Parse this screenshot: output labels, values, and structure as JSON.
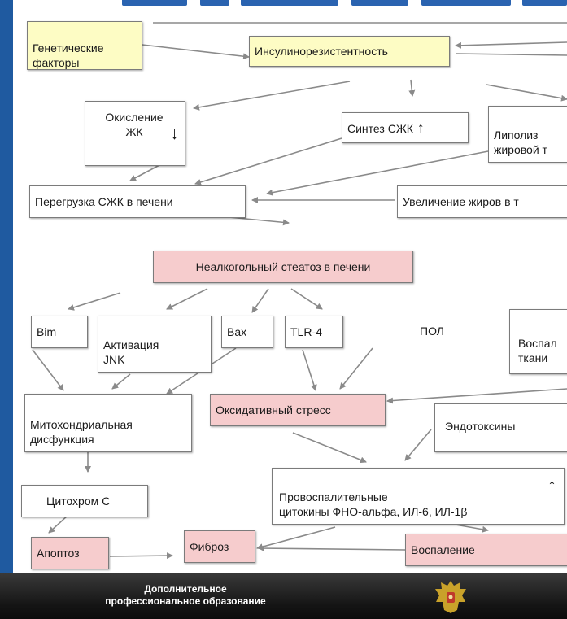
{
  "diagram": {
    "nodes": {
      "genetic": "Генетические\n факторы",
      "insulin": "Инсулинорезистентность",
      "oxidation": "Окисление\nЖК",
      "synthesis": "Синтез  СЖК",
      "lipolysis": "Липолиз\nжировой т",
      "overload": "Перегрузка СЖК в печени",
      "fat_increase": "Увеличение жиров в т",
      "steatosis": "Неалкогольный стеатоз в печени",
      "bim": "Bim",
      "jnk": "Активация\nJNK",
      "bax": "Bax",
      "tlr4": "TLR-4",
      "pol": "ПОЛ",
      "inflam_tissue": "Воспал\nткани",
      "mito": "Митохондриальная\nдисфункция",
      "oxstress": "Оксидативный стресс",
      "endotoxins": "Эндотоксины",
      "cytochrome": "Цитохром С",
      "cytokines": "Провоспалительные\nцитокины ФНО-альфа, ИЛ-6, ИЛ-1β",
      "apoptosis": "Апоптоз",
      "fibrosis": "Фиброз",
      "inflammation": "Воспаление"
    },
    "up_arrow": "↑",
    "down_arrow": "↓"
  },
  "footer": {
    "text": "Дополнительное\nпрофессиональное образование"
  },
  "colors": {
    "yellow": "#fdfcc4",
    "pink": "#f6cccd",
    "arrow": "#8a8a8a",
    "footer_bg": "#151515"
  },
  "icons": [
    "russian-coat-of-arms-emblem"
  ]
}
